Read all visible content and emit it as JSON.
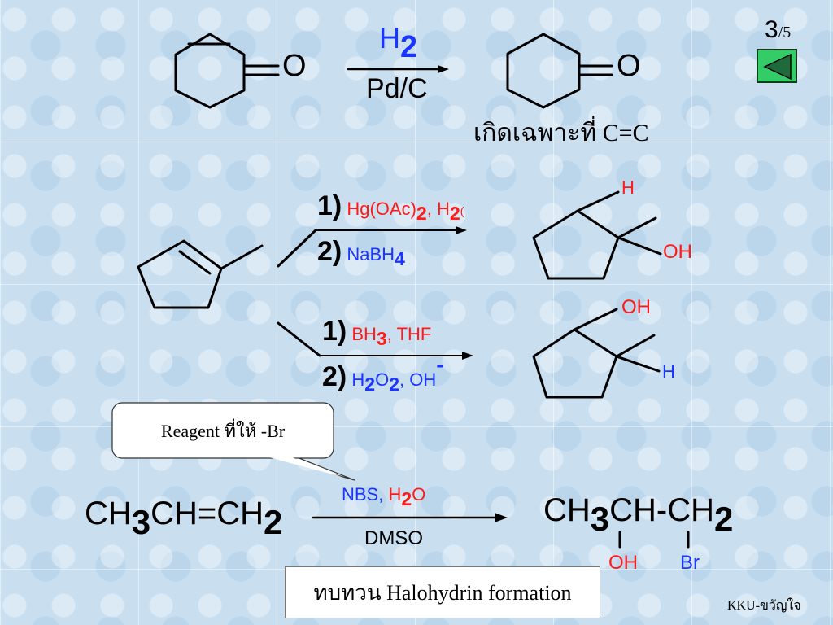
{
  "page": {
    "current": "3",
    "total": "/5"
  },
  "reaction1": {
    "reagent_top": "H",
    "reagent_top_sub": "2",
    "reagent_bottom": "Pd/C",
    "atom_o_left": "O",
    "atom_o_right": "O",
    "note": "เกิดเฉพาะที่ C=C"
  },
  "reaction2": {
    "step1_num": "1)",
    "step1_a": "Hg(OAc)",
    "step1_a_sub": "2",
    "step1_b": ", H",
    "step1_b_sub": "2",
    "step1_cut": "(",
    "step2_num": "2)",
    "step2_a": "NaBH",
    "step2_a_sub": "4",
    "product_h": "H",
    "product_oh": "OH"
  },
  "reaction3": {
    "step1_num": "1)",
    "step1_a": "BH",
    "step1_a_sub": "3",
    "step1_b": ", THF",
    "step2_num": "2)",
    "step2_h": "H",
    "step2_h_sub": "2",
    "step2_o": "O",
    "step2_o_sub": "2",
    "step2_rest": ", OH",
    "step2_charge": "-",
    "product_oh": "OH",
    "product_h": "H"
  },
  "callout": {
    "text": "Reagent ที่ให้ -Br"
  },
  "reaction4": {
    "reactant_ch": "CH",
    "reactant_sub1": "3",
    "reactant_mid": "CH=CH",
    "reactant_sub2": "2",
    "reagent_nbs": "NBS, ",
    "reagent_h": "H",
    "reagent_h_sub": "2",
    "reagent_o": "O",
    "reagent_bottom": "DMSO",
    "product_ch": "CH",
    "product_sub1": "3",
    "product_mid": "CH-CH",
    "product_sub2": "2",
    "product_oh": "OH",
    "product_br": "Br"
  },
  "caption": {
    "text": "ทบทวน Halohydrin formation"
  },
  "footer": {
    "credit": "KKU-ขวัญใจ"
  },
  "colors": {
    "blue": "#1a35ff",
    "red": "#ff1a1a",
    "nav_green": "#33cc66"
  },
  "icons": {
    "nav": "triangle-left-icon"
  }
}
